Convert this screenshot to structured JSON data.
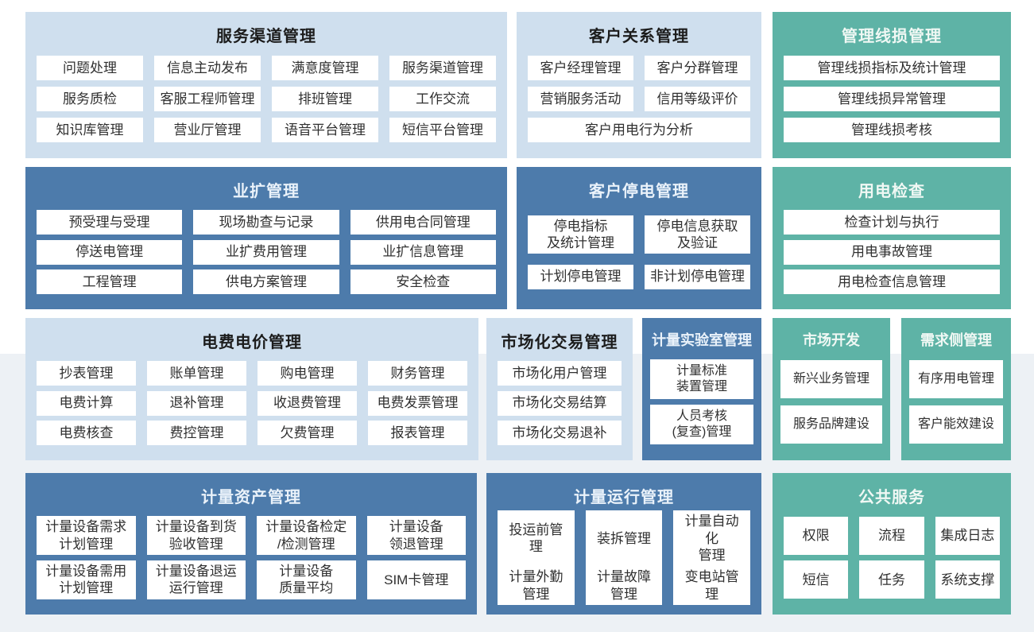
{
  "palette": {
    "light_blue": "#cfdfee",
    "dark_blue": "#4d7bab",
    "teal": "#5eb3a6",
    "box": "#ffffff",
    "band": "#edf1f5",
    "title_dark": "#1c1c1c",
    "title_on_dark": "#eaf2fa",
    "title_on_teal": "#f0f8f4",
    "item_text": "#303030"
  },
  "blocks": [
    {
      "title": "服务渠道管理",
      "items": [
        {
          "label": "问题处理"
        },
        {
          "label": "信息主动发布"
        },
        {
          "label": "满意度管理"
        },
        {
          "label": "服务渠道管理"
        },
        {
          "label": "服务质检"
        },
        {
          "label": "客服工程师管理"
        },
        {
          "label": "排班管理"
        },
        {
          "label": "工作交流"
        },
        {
          "label": "知识库管理"
        },
        {
          "label": "营业厅管理"
        },
        {
          "label": "语音平台管理"
        },
        {
          "label": "短信平台管理"
        }
      ]
    },
    {
      "title": "客户关系管理",
      "items": [
        {
          "label": "客户经理管理"
        },
        {
          "label": "客户分群管理"
        },
        {
          "label": "营销服务活动"
        },
        {
          "label": "信用等级评价"
        },
        {
          "label": "客户用电行为分析",
          "span": 2
        }
      ]
    },
    {
      "title": "管理线损管理",
      "items": [
        {
          "label": "管理线损指标及统计管理"
        },
        {
          "label": "管理线损异常管理"
        },
        {
          "label": "管理线损考核"
        }
      ]
    },
    {
      "title": "业扩管理",
      "items": [
        {
          "label": "预受理与受理"
        },
        {
          "label": "现场勘查与记录"
        },
        {
          "label": "供用电合同管理"
        },
        {
          "label": "停送电管理"
        },
        {
          "label": "业扩费用管理"
        },
        {
          "label": "业扩信息管理"
        },
        {
          "label": "工程管理"
        },
        {
          "label": "供电方案管理"
        },
        {
          "label": "安全检查"
        }
      ]
    },
    {
      "title": "客户停电管理",
      "items": [
        {
          "label": "停电指标\n及统计管理"
        },
        {
          "label": "停电信息获取\n及验证"
        },
        {
          "label": "计划停电管理"
        },
        {
          "label": "非计划停电管理"
        }
      ]
    },
    {
      "title": "用电检查",
      "items": [
        {
          "label": "检查计划与执行"
        },
        {
          "label": "用电事故管理"
        },
        {
          "label": "用电检查信息管理"
        }
      ]
    },
    {
      "title": "电费电价管理",
      "items": [
        {
          "label": "抄表管理"
        },
        {
          "label": "账单管理"
        },
        {
          "label": "购电管理"
        },
        {
          "label": "财务管理"
        },
        {
          "label": "电费计算"
        },
        {
          "label": "退补管理"
        },
        {
          "label": "收退费管理"
        },
        {
          "label": "电费发票管理"
        },
        {
          "label": "电费核查"
        },
        {
          "label": "费控管理"
        },
        {
          "label": "欠费管理"
        },
        {
          "label": "报表管理"
        }
      ]
    },
    {
      "title": "市场化交易管理",
      "items": [
        {
          "label": "市场化用户管理"
        },
        {
          "label": "市场化交易结算"
        },
        {
          "label": "市场化交易退补"
        }
      ]
    },
    {
      "title": "计量实验室管理",
      "items": [
        {
          "label": "计量标准\n装置管理"
        },
        {
          "label": "人员考核\n(复查)管理"
        }
      ]
    },
    {
      "title": "市场开发",
      "items": [
        {
          "label": "新兴业务管理"
        },
        {
          "label": "服务品牌建设"
        }
      ]
    },
    {
      "title": "需求侧管理",
      "items": [
        {
          "label": "有序用电管理"
        },
        {
          "label": "客户能效建设"
        }
      ]
    },
    {
      "title": "计量资产管理",
      "items": [
        {
          "label": "计量设备需求\n计划管理"
        },
        {
          "label": "计量设备到货\n验收管理"
        },
        {
          "label": "计量设备检定\n/检测管理"
        },
        {
          "label": "计量设备\n领退管理"
        },
        {
          "label": "计量设备需用\n计划管理"
        },
        {
          "label": "计量设备退运\n运行管理"
        },
        {
          "label": "计量设备\n质量平均"
        },
        {
          "label": "SIM卡管理"
        }
      ]
    },
    {
      "title": "计量运行管理",
      "items": [
        {
          "label": "投运前管理"
        },
        {
          "label": "装拆管理"
        },
        {
          "label": "计量自动化\n管理"
        },
        {
          "label": "计量外勤\n管理"
        },
        {
          "label": "计量故障\n管理"
        },
        {
          "label": "变电站管理"
        }
      ]
    },
    {
      "title": "公共服务",
      "items": [
        {
          "label": "权限"
        },
        {
          "label": "流程"
        },
        {
          "label": "集成日志"
        },
        {
          "label": "短信"
        },
        {
          "label": "任务"
        },
        {
          "label": "系统支撑"
        }
      ]
    }
  ]
}
